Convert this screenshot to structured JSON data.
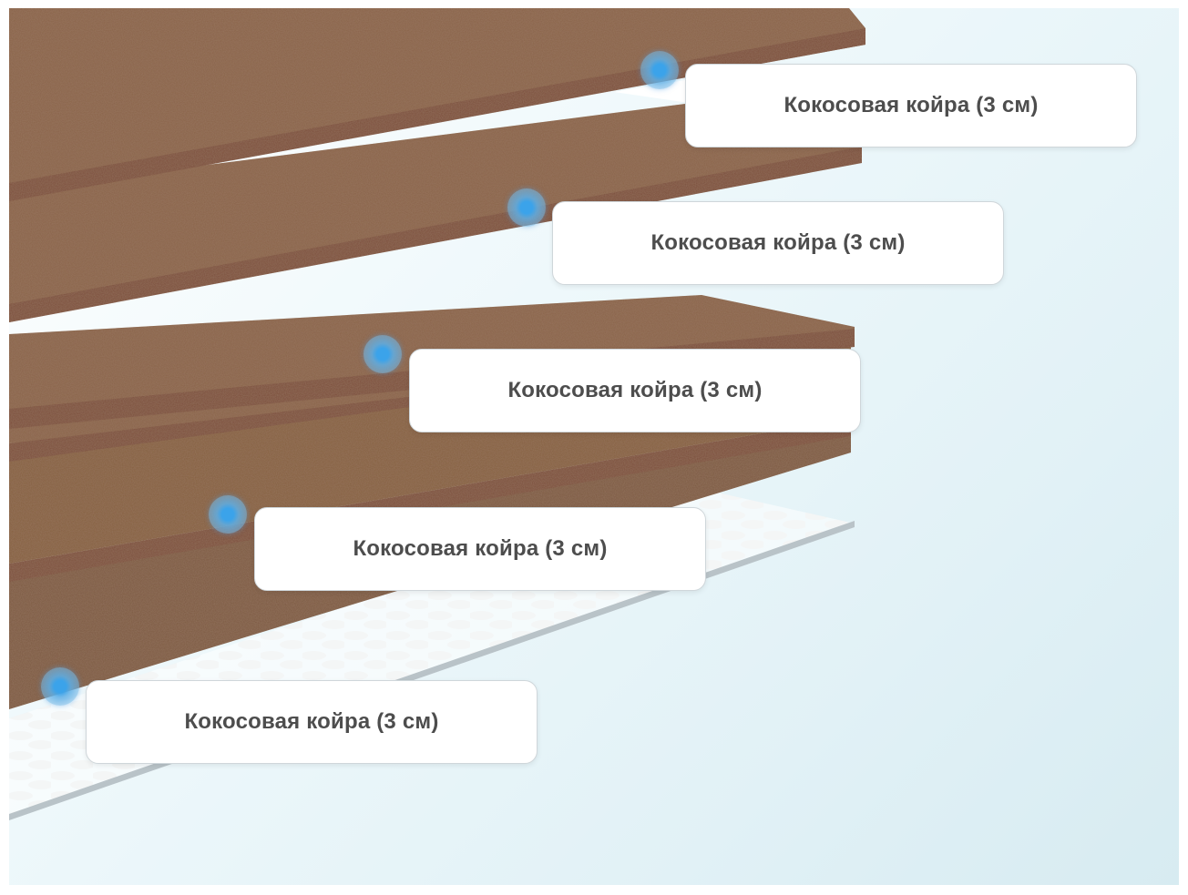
{
  "layers": [
    {
      "label": "Кокосовая койра (3 см)",
      "marker": "layer-marker-icon"
    },
    {
      "label": "Кокосовая койра (3 см)",
      "marker": "layer-marker-icon"
    },
    {
      "label": "Кокосовая койра (3 см)",
      "marker": "layer-marker-icon"
    },
    {
      "label": "Кокосовая койра (3 см)",
      "marker": "layer-marker-icon"
    },
    {
      "label": "Кокосовая койра (3 см)",
      "marker": "layer-marker-icon"
    }
  ],
  "colors": {
    "coir_top": "#8a6449",
    "coir_edge": "#7b4d3a",
    "marker": "#3ba3ea",
    "label_text": "#4d4d4d",
    "background": "#e1f1f6"
  }
}
